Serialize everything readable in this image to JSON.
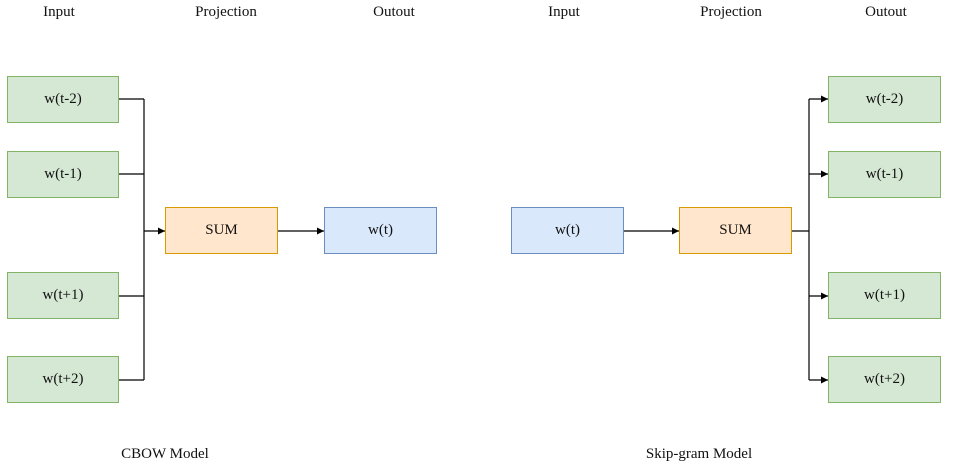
{
  "colors": {
    "input_fill": "#d5e8d4",
    "input_stroke": "#82b366",
    "sum_fill": "#ffe6cc",
    "sum_stroke": "#d79b00",
    "target_fill": "#dae8fc",
    "target_stroke": "#6c8ebf",
    "edge": "#000000"
  },
  "cbow": {
    "headers": {
      "input": "Input",
      "projection": "Projection",
      "output": "Outout"
    },
    "context_nodes": [
      "w(t-2)",
      "w(t-1)",
      "w(t+1)",
      "w(t+2)"
    ],
    "projection_node": "SUM",
    "output_node": "w(t)",
    "caption": "CBOW Model"
  },
  "skipgram": {
    "headers": {
      "input": "Input",
      "projection": "Projection",
      "output": "Outout"
    },
    "input_node": "w(t)",
    "projection_node": "SUM",
    "context_nodes": [
      "w(t-2)",
      "w(t-1)",
      "w(t+1)",
      "w(t+2)"
    ],
    "caption": "Skip-gram Model"
  }
}
